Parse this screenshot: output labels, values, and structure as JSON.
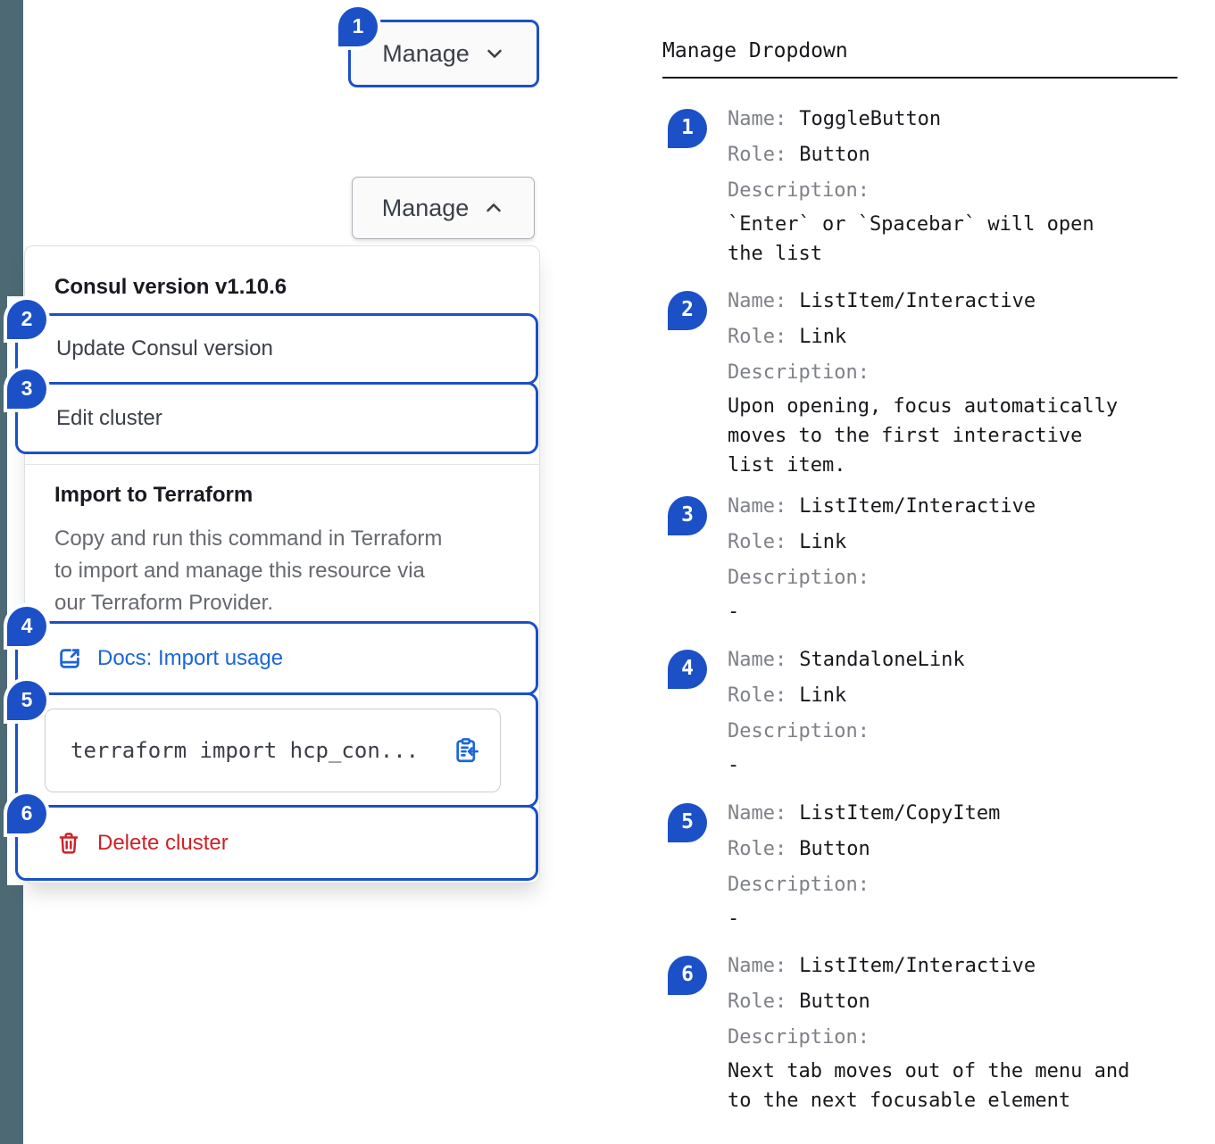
{
  "colors": {
    "annotation_blue": "#1B50C7",
    "link_blue": "#1A66DA",
    "critical_red": "#CE2127",
    "rail_slate": "#4D6A74"
  },
  "badges": [
    "1",
    "2",
    "3",
    "4",
    "5",
    "6"
  ],
  "component": {
    "toggle_button": {
      "label": "Manage"
    },
    "toggle_button_open": {
      "label": "Manage"
    },
    "dropdown": {
      "version_header": "Consul version v1.10.6",
      "update_item": "Update Consul version",
      "edit_item": "Edit cluster",
      "import_section": {
        "title": "Import to Terraform",
        "description": "Copy and run this command in Terraform\nto import and manage this resource via\nour Terraform Provider.",
        "docs_link_label": "Docs: Import usage",
        "command": "terraform import hcp_con...",
        "delete_label": "Delete cluster"
      }
    }
  },
  "annotations": {
    "title": "Manage Dropdown",
    "labels": {
      "name": "Name:",
      "role": "Role:",
      "description": "Description:"
    },
    "items": [
      {
        "num": "1",
        "name": "ToggleButton",
        "role": "Button",
        "description": "`Enter` or `Spacebar` will open\nthe list"
      },
      {
        "num": "2",
        "name": "ListItem/Interactive",
        "role": "Link",
        "description": "Upon opening, focus automatically\nmoves to the first interactive\nlist item."
      },
      {
        "num": "3",
        "name": "ListItem/Interactive",
        "role": "Link",
        "description": "-"
      },
      {
        "num": "4",
        "name": "StandaloneLink",
        "role": "Link",
        "description": "-"
      },
      {
        "num": "5",
        "name": "ListItem/CopyItem",
        "role": "Button",
        "description": "-"
      },
      {
        "num": "6",
        "name": "ListItem/Interactive",
        "role": "Button",
        "description": "Next tab moves out of the menu and\nto the next focusable element"
      }
    ]
  }
}
